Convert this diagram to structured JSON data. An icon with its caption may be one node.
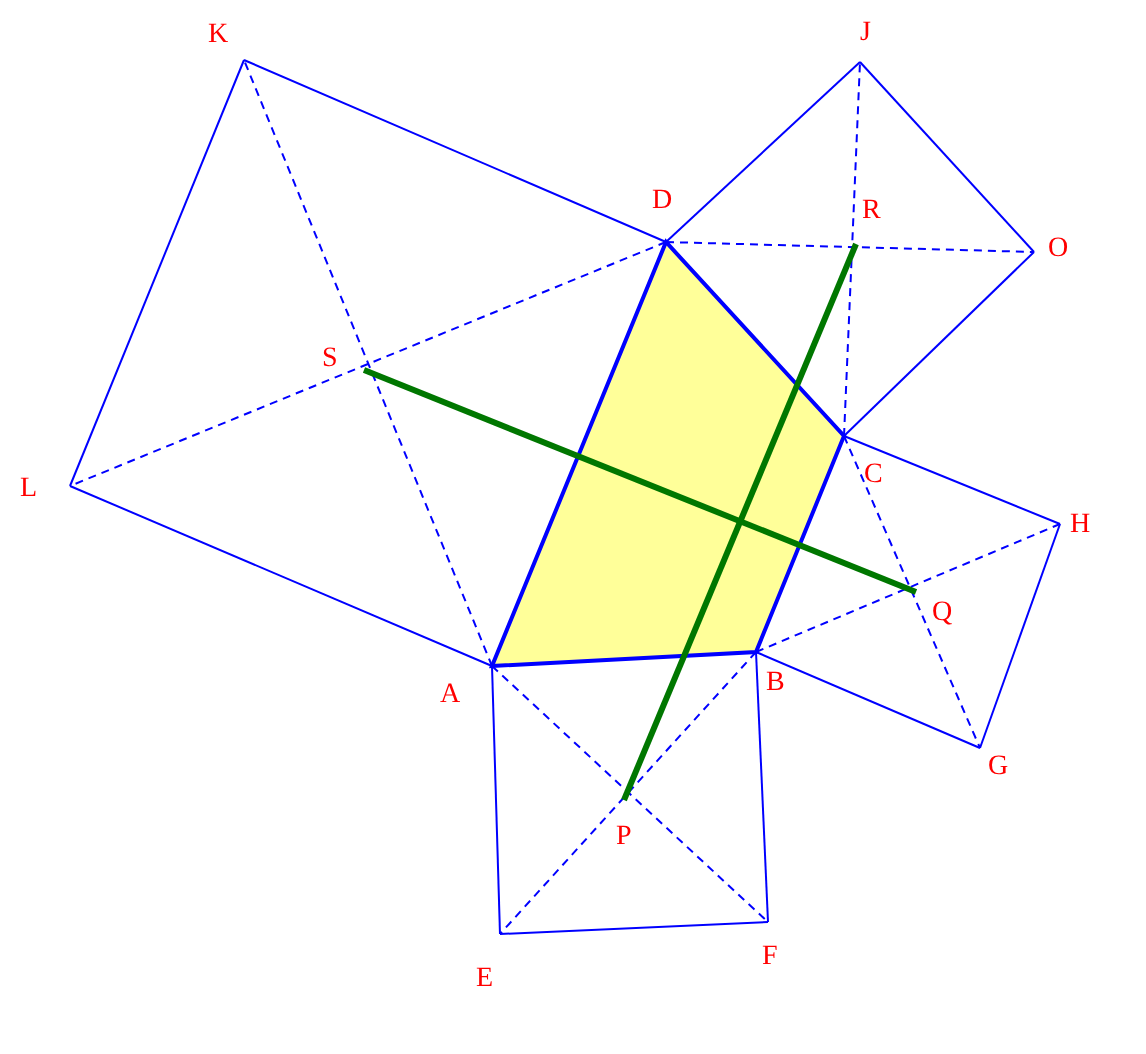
{
  "diagram": {
    "labels": [
      "K",
      "J",
      "D",
      "R",
      "O",
      "S",
      "C",
      "L",
      "H",
      "Q",
      "A",
      "B",
      "G",
      "P",
      "E",
      "F"
    ]
  }
}
